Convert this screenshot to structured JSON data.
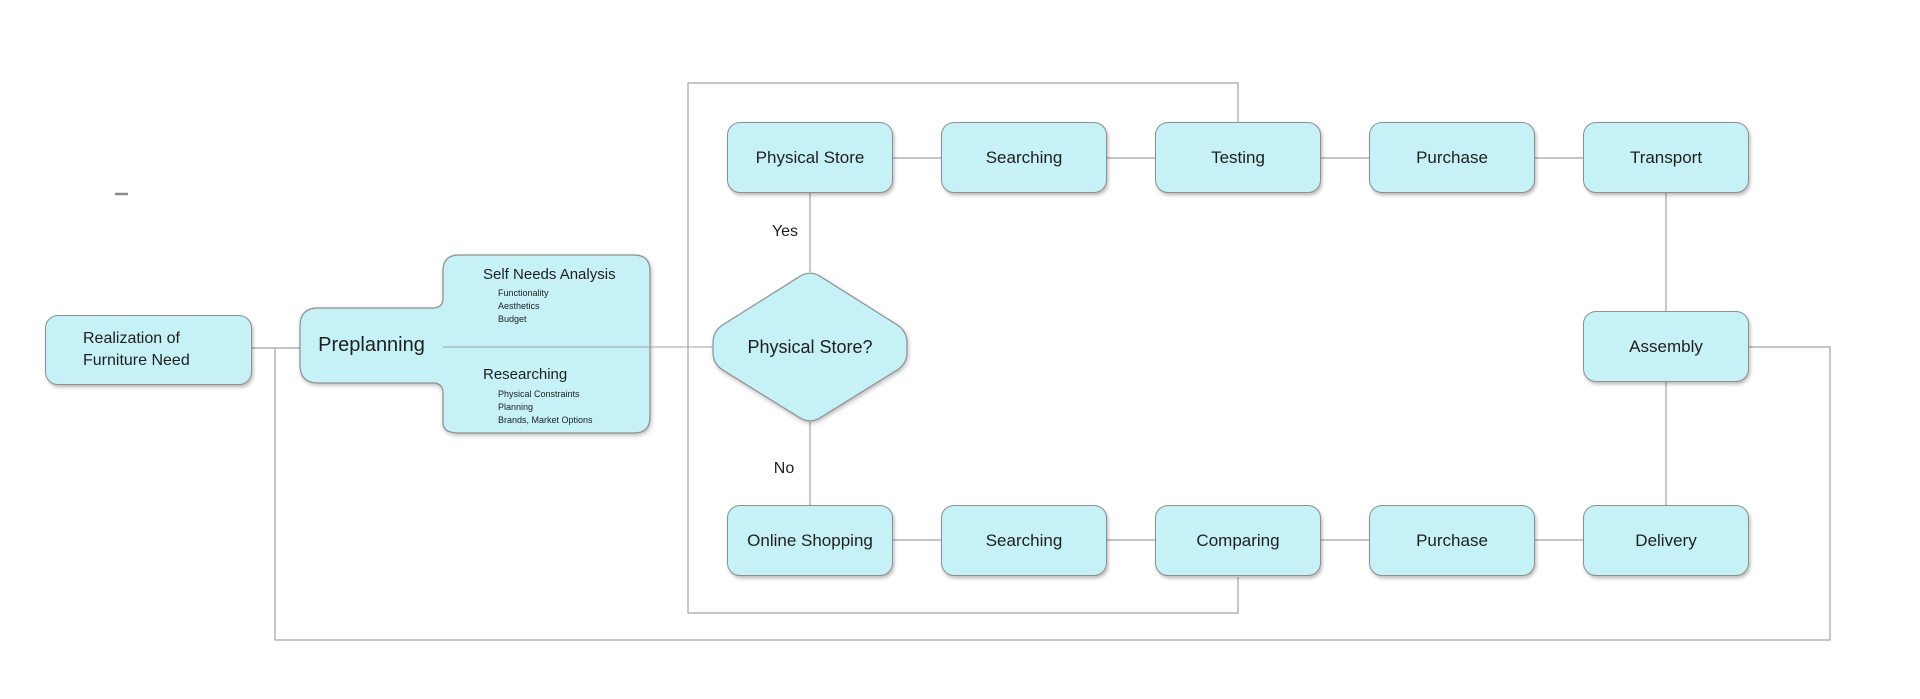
{
  "diagram": {
    "realization": {
      "line1": "Realization of",
      "line2": "Furniture Need"
    },
    "preplanning": {
      "label": "Preplanning",
      "sections": [
        {
          "title": "Self Needs Analysis",
          "items": [
            "Functionality",
            "Aesthetics",
            "Budget"
          ]
        },
        {
          "title": "Researching",
          "items": [
            "Physical Constraints",
            "Planning",
            "Brands, Market Options"
          ]
        }
      ]
    },
    "decision": {
      "label": "Physical Store?",
      "yes": "Yes",
      "no": "No"
    },
    "top_row": [
      "Physical Store",
      "Searching",
      "Testing",
      "Purchase",
      "Transport"
    ],
    "bottom_row": [
      "Online Shopping",
      "Searching",
      "Comparing",
      "Purchase",
      "Delivery"
    ],
    "assembly": "Assembly"
  },
  "colors": {
    "node_fill": "#c5f1f7",
    "node_border": "#8f8f8f",
    "connector": "#a3a3a3",
    "text": "#1f1f1f"
  }
}
